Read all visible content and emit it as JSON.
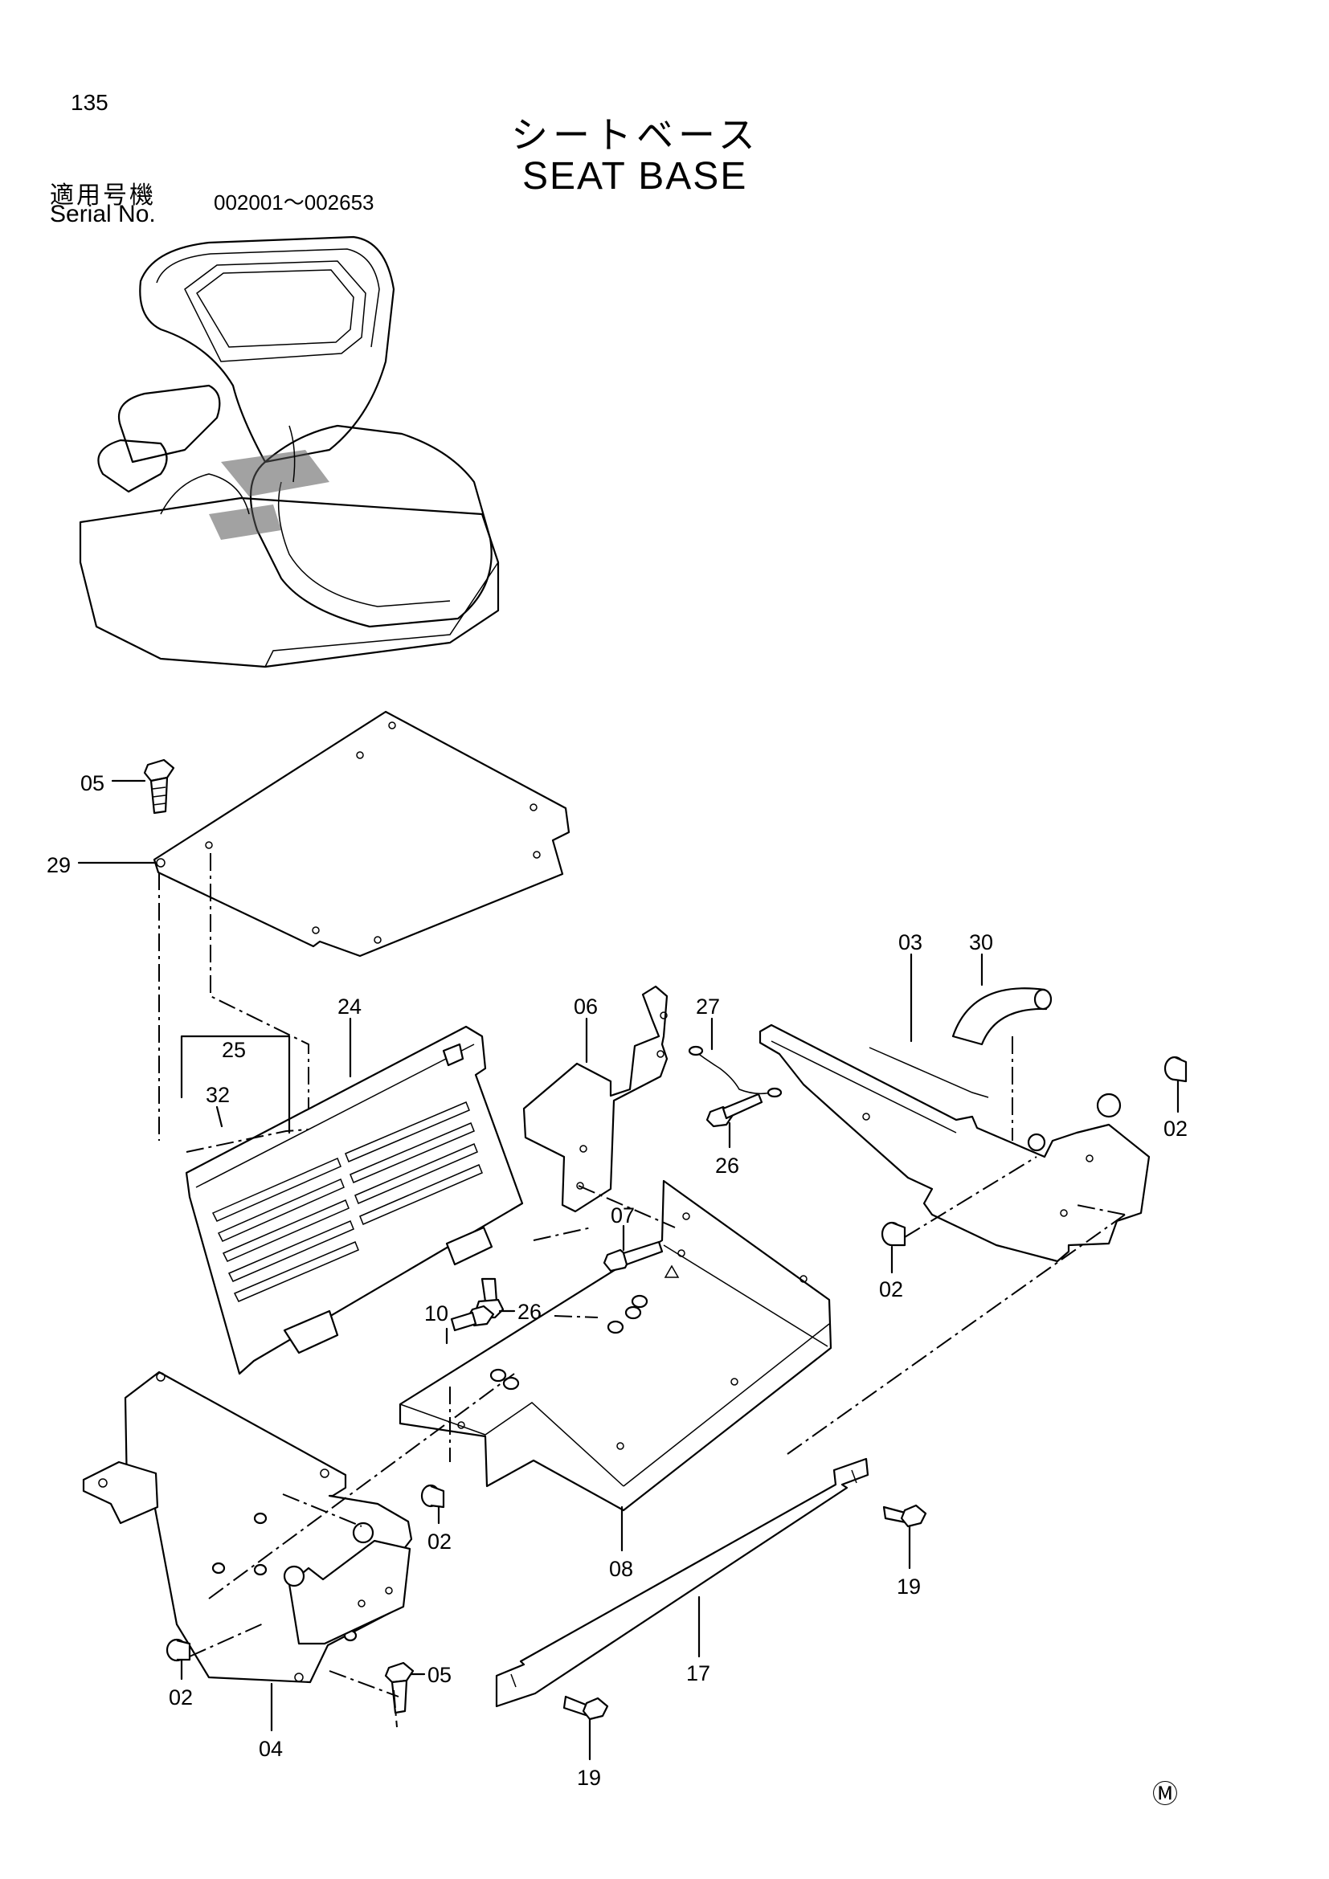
{
  "page": {
    "number": "135",
    "title_jp": "シートベース",
    "title_en": "SEAT BASE"
  },
  "serial": {
    "label_jp": "適用号機",
    "label_en": "Serial No.",
    "range": "002001～002653"
  },
  "callouts": {
    "c05a": "05",
    "c29": "29",
    "c24": "24",
    "c25": "25",
    "c32": "32",
    "c06": "06",
    "c27": "27",
    "c03": "03",
    "c30": "30",
    "c02a": "02",
    "c26a": "26",
    "c07": "07",
    "c02b": "02",
    "c26b": "26",
    "c10": "10",
    "c02c": "02",
    "c08": "08",
    "c19a": "19",
    "c17": "17",
    "c02d": "02",
    "c05b": "05",
    "c04": "04",
    "c19b": "19"
  },
  "footer_mark": "Ⓜ"
}
